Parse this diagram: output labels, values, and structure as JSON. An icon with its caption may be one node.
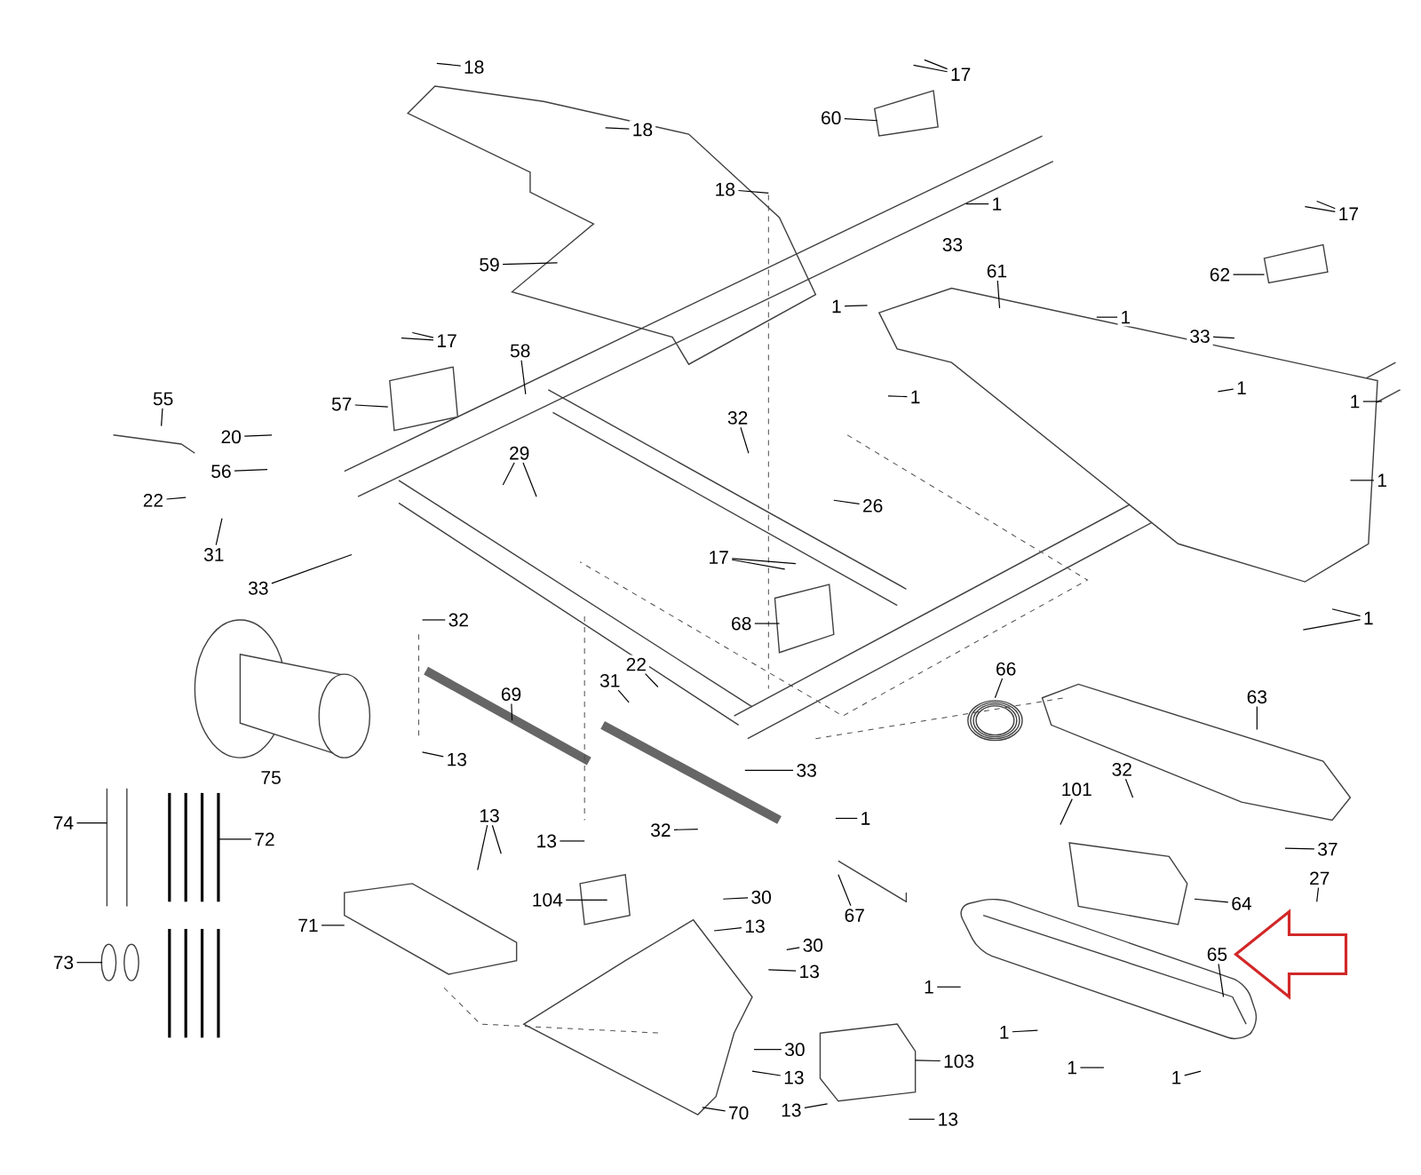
{
  "diagram": {
    "nodes": [
      {
        "text": [
          "18"
        ]
      },
      {
        "text": [
          "18"
        ]
      },
      {
        "text": [
          "18"
        ]
      },
      {
        "text": [
          "17"
        ]
      },
      {
        "text": [
          "60"
        ]
      },
      {
        "text": [
          "1"
        ]
      },
      {
        "text": [
          "59"
        ]
      },
      {
        "text": [
          "61"
        ]
      },
      {
        "text": [
          "17"
        ]
      },
      {
        "text": [
          "62"
        ]
      },
      {
        "text": [
          "1"
        ]
      },
      {
        "text": [
          "1"
        ]
      },
      {
        "text": [
          "33"
        ]
      },
      {
        "text": [
          "17"
        ]
      },
      {
        "text": [
          "58"
        ]
      },
      {
        "text": [
          "55"
        ]
      },
      {
        "text": [
          "57"
        ]
      },
      {
        "text": [
          "1"
        ]
      },
      {
        "text": [
          "1"
        ]
      },
      {
        "text": [
          "1"
        ]
      },
      {
        "text": [
          "32"
        ]
      },
      {
        "text": [
          "29"
        ]
      },
      {
        "text": [
          "20"
        ]
      },
      {
        "text": [
          "56"
        ]
      },
      {
        "text": [
          "1"
        ]
      },
      {
        "text": [
          "26"
        ]
      },
      {
        "text": [
          "22"
        ]
      },
      {
        "text": [
          "31"
        ]
      },
      {
        "text": [
          "33"
        ]
      },
      {
        "text": [
          "17"
        ]
      },
      {
        "text": [
          "32"
        ]
      },
      {
        "text": [
          "68"
        ]
      },
      {
        "text": [
          "1"
        ]
      },
      {
        "text": [
          "66"
        ]
      },
      {
        "text": [
          "22"
        ]
      },
      {
        "text": [
          "31"
        ]
      },
      {
        "text": [
          "69"
        ]
      },
      {
        "text": [
          "63"
        ]
      },
      {
        "text": [
          "13"
        ]
      },
      {
        "text": [
          "33"
        ]
      },
      {
        "text": [
          "32"
        ]
      },
      {
        "text": [
          "1"
        ]
      },
      {
        "text": [
          "101"
        ]
      },
      {
        "text": [
          "74"
        ]
      },
      {
        "text": [
          "72"
        ]
      },
      {
        "text": [
          "13"
        ]
      },
      {
        "text": [
          "13"
        ]
      },
      {
        "text": [
          "32"
        ]
      },
      {
        "text": [
          "37"
        ]
      },
      {
        "text": [
          "27"
        ]
      },
      {
        "text": [
          "104"
        ]
      },
      {
        "text": [
          "30"
        ]
      },
      {
        "text": [
          "67"
        ]
      },
      {
        "text": [
          "64"
        ]
      },
      {
        "text": [
          "71"
        ]
      },
      {
        "text": [
          "13"
        ]
      },
      {
        "text": [
          "73"
        ]
      },
      {
        "text": [
          "30"
        ]
      },
      {
        "text": [
          "65"
        ]
      },
      {
        "text": [
          "13"
        ]
      },
      {
        "text": [
          "1"
        ]
      },
      {
        "text": [
          "1"
        ]
      },
      {
        "text": [
          "30"
        ]
      },
      {
        "text": [
          "103"
        ]
      },
      {
        "text": [
          "13"
        ]
      },
      {
        "text": [
          "1"
        ]
      },
      {
        "text": [
          "1"
        ]
      },
      {
        "text": [
          "70"
        ]
      },
      {
        "text": [
          "13"
        ]
      },
      {
        "text": [
          "13"
        ]
      }
    ],
    "edges": [
      {
        "from": 0,
        "to": null,
        "arrow": "none"
      },
      {
        "from": 1,
        "to": null,
        "arrow": "none"
      },
      {
        "from": 2,
        "to": null,
        "arrow": "none"
      },
      {
        "from": 3,
        "to": null,
        "arrow": "none"
      },
      {
        "from": 3,
        "to": null,
        "arrow": "none"
      },
      {
        "from": 4,
        "to": null,
        "arrow": "none"
      },
      {
        "from": 5,
        "to": null,
        "arrow": "none"
      },
      {
        "from": 6,
        "to": null,
        "arrow": "none"
      },
      {
        "from": 7,
        "to": null,
        "arrow": "none"
      },
      {
        "from": 8,
        "to": null,
        "arrow": "none"
      },
      {
        "from": 8,
        "to": null,
        "arrow": "none"
      },
      {
        "from": 9,
        "to": null,
        "arrow": "none"
      },
      {
        "from": 10,
        "to": null,
        "arrow": "none"
      },
      {
        "from": 11,
        "to": null,
        "arrow": "none"
      },
      {
        "from": 12,
        "to": null,
        "arrow": "none"
      },
      {
        "from": 13,
        "to": null,
        "arrow": "none"
      },
      {
        "from": 13,
        "to": null,
        "arrow": "none"
      },
      {
        "from": 14,
        "to": null,
        "arrow": "none"
      },
      {
        "from": 15,
        "to": null,
        "arrow": "none"
      },
      {
        "from": 16,
        "to": null,
        "arrow": "none"
      },
      {
        "from": 17,
        "to": null,
        "arrow": "none"
      },
      {
        "from": 18,
        "to": null,
        "arrow": "none"
      },
      {
        "from": 19,
        "to": null,
        "arrow": "none"
      },
      {
        "from": 20,
        "to": null,
        "arrow": "none"
      },
      {
        "from": 21,
        "to": null,
        "arrow": "none"
      },
      {
        "from": 21,
        "to": null,
        "arrow": "none"
      },
      {
        "from": 22,
        "to": null,
        "arrow": "none"
      },
      {
        "from": 23,
        "to": null,
        "arrow": "none"
      },
      {
        "from": 24,
        "to": null,
        "arrow": "none"
      },
      {
        "from": 25,
        "to": null,
        "arrow": "none"
      },
      {
        "from": 26,
        "to": null,
        "arrow": "none"
      },
      {
        "from": 27,
        "to": null,
        "arrow": "none"
      },
      {
        "from": 28,
        "to": null,
        "arrow": "none"
      },
      {
        "from": 29,
        "to": null,
        "arrow": "none"
      },
      {
        "from": 29,
        "to": null,
        "arrow": "none"
      },
      {
        "from": 30,
        "to": null,
        "arrow": "none"
      },
      {
        "from": 31,
        "to": null,
        "arrow": "none"
      },
      {
        "from": 32,
        "to": null,
        "arrow": "none"
      },
      {
        "from": 32,
        "to": null,
        "arrow": "none"
      },
      {
        "from": 33,
        "to": null,
        "arrow": "none"
      },
      {
        "from": 34,
        "to": null,
        "arrow": "none"
      },
      {
        "from": 35,
        "to": null,
        "arrow": "none"
      },
      {
        "from": 36,
        "to": null,
        "arrow": "none"
      },
      {
        "from": 37,
        "to": null,
        "arrow": "none"
      },
      {
        "from": 38,
        "to": null,
        "arrow": "none"
      },
      {
        "from": 39,
        "to": null,
        "arrow": "none"
      },
      {
        "from": 40,
        "to": null,
        "arrow": "none"
      },
      {
        "from": 41,
        "to": null,
        "arrow": "none"
      },
      {
        "from": 42,
        "to": null,
        "arrow": "none"
      },
      {
        "from": 43,
        "to": null,
        "arrow": "none"
      },
      {
        "from": 44,
        "to": null,
        "arrow": "none"
      },
      {
        "from": 45,
        "to": null,
        "arrow": "none"
      },
      {
        "from": 45,
        "to": null,
        "arrow": "none"
      },
      {
        "from": 46,
        "to": null,
        "arrow": "none"
      },
      {
        "from": 47,
        "to": null,
        "arrow": "none"
      },
      {
        "from": 48,
        "to": null,
        "arrow": "none"
      },
      {
        "from": 49,
        "to": null,
        "arrow": "none"
      },
      {
        "from": 50,
        "to": null,
        "arrow": "none"
      },
      {
        "from": 51,
        "to": null,
        "arrow": "none"
      },
      {
        "from": 52,
        "to": null,
        "arrow": "none"
      },
      {
        "from": 53,
        "to": null,
        "arrow": "none"
      },
      {
        "from": 54,
        "to": null,
        "arrow": "none"
      },
      {
        "from": 55,
        "to": null,
        "arrow": "none"
      },
      {
        "from": 56,
        "to": null,
        "arrow": "none"
      },
      {
        "from": 57,
        "to": null,
        "arrow": "none"
      },
      {
        "from": 58,
        "to": null,
        "arrow": "none"
      },
      {
        "from": 59,
        "to": null,
        "arrow": "none"
      },
      {
        "from": 60,
        "to": null,
        "arrow": "none"
      },
      {
        "from": 61,
        "to": null,
        "arrow": "none"
      },
      {
        "from": 62,
        "to": null,
        "arrow": "none"
      },
      {
        "from": 63,
        "to": null,
        "arrow": "none"
      },
      {
        "from": 64,
        "to": null,
        "arrow": "none"
      },
      {
        "from": 65,
        "to": null,
        "arrow": "none"
      },
      {
        "from": 66,
        "to": null,
        "arrow": "none"
      },
      {
        "from": 67,
        "to": null,
        "arrow": "none"
      },
      {
        "from": 68,
        "to": null,
        "arrow": "none"
      },
      {
        "from": 69,
        "to": null,
        "arrow": "none"
      },
      {
        "from": null,
        "to": 58,
        "arrow": "to",
        "style": "thick",
        "color": "#d22828"
      }
    ],
    "labels": [
      "33",
      "75"
    ]
  }
}
